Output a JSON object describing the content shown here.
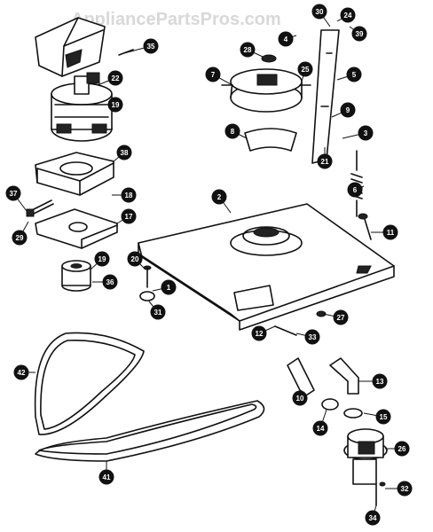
{
  "watermark": "AppliancePartsPros.com",
  "callouts": [
    "35",
    "22",
    "19",
    "38",
    "18",
    "37",
    "17",
    "29",
    "19",
    "36",
    "20",
    "1",
    "31",
    "30",
    "24",
    "4",
    "39",
    "28",
    "25",
    "7",
    "5",
    "9",
    "8",
    "3",
    "21",
    "6",
    "2",
    "11",
    "27",
    "12",
    "33",
    "42",
    "10",
    "13",
    "14",
    "15",
    "41",
    "26",
    "32",
    "34"
  ],
  "colors": {
    "ink": "#111111",
    "background": "#ffffff",
    "watermark": "#d8d8d8"
  }
}
